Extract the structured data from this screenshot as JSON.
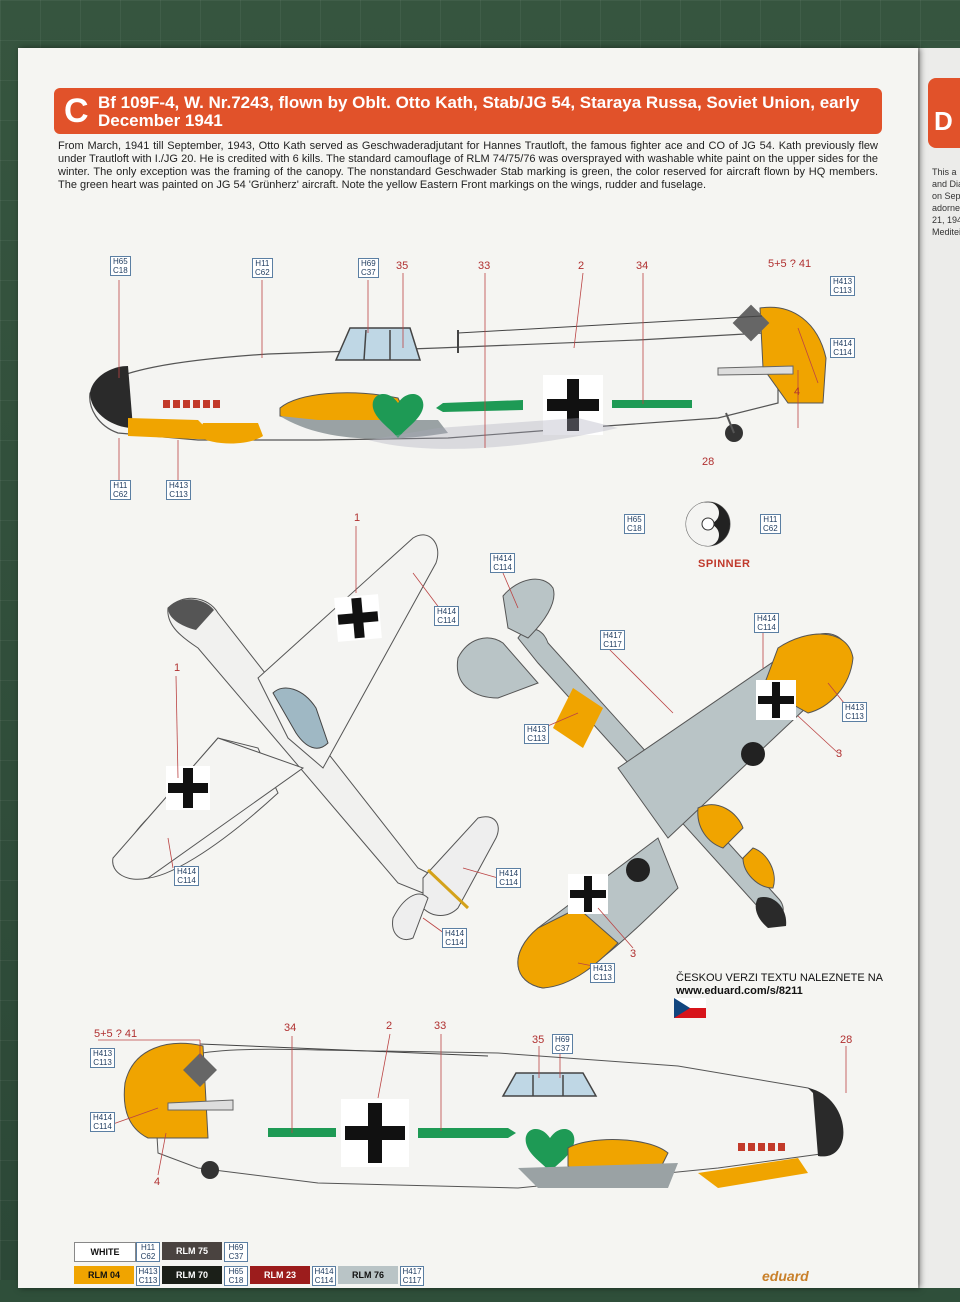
{
  "header": {
    "letter": "C",
    "title": "Bf 109F-4, W. Nr.7243, flown by Oblt. Otto Kath, Stab/JG 54, Staraya Russa, Soviet Union, early December 1941"
  },
  "description": "From March, 1941 till September, 1943, Otto Kath served as Geschwaderadjutant for Hannes Trautloft, the famous fighter ace and CO of JG 54. Kath previously flew under Trautloft with I./JG 20. He is credited with 6 kills. The standard camouflage of RLM 74/75/76 was oversprayed with washable white paint on the upper sides for the winter. The only exception was the framing of the canopy. The nonstandard Geschwader Stab marking is green, the color reserved for aircraft flown by HQ members. The green heart was painted on JG 54 'Grünherz' aircraft. Note the yellow Eastern Front markings on the wings, rudder and fuselage.",
  "next_tab": {
    "letter": "D",
    "snippet": "This a and Dia on Sep adorne 21, 194 Meditei"
  },
  "callouts_top": {
    "c1": {
      "h": "H65",
      "c": "C18"
    },
    "c2": {
      "h": "H11",
      "c": "C62"
    },
    "c3": {
      "h": "H69",
      "c": "C37"
    },
    "n35": "35",
    "n33": "33",
    "n2": "2",
    "n34": "34",
    "tail_code": "5+5 ? 41",
    "c4": {
      "h": "H413",
      "c": "C113"
    },
    "c5": {
      "h": "H414",
      "c": "C114"
    },
    "n4": "4",
    "c6": {
      "h": "H11",
      "c": "C62"
    },
    "c7": {
      "h": "H413",
      "c": "C113"
    }
  },
  "spinner": {
    "number": "28",
    "left": {
      "h": "H65",
      "c": "C18"
    },
    "right": {
      "h": "H11",
      "c": "C62"
    },
    "label": "SPINNER"
  },
  "callouts_mid": {
    "n1a": "1",
    "n1b": "1",
    "w1": {
      "h": "H414",
      "c": "C114"
    },
    "w2": {
      "h": "H414",
      "c": "C114"
    },
    "w3": {
      "h": "H414",
      "c": "C114"
    },
    "w4": {
      "h": "H414",
      "c": "C114"
    },
    "u1": {
      "h": "H414",
      "c": "C114"
    },
    "u2": {
      "h": "H417",
      "c": "C117"
    },
    "u3": {
      "h": "H414",
      "c": "C114"
    },
    "u4": {
      "h": "H413",
      "c": "C113"
    },
    "u5": {
      "h": "H413",
      "c": "C113"
    },
    "u6": {
      "h": "H413",
      "c": "C113"
    },
    "n3a": "3",
    "n3b": "3"
  },
  "czech": {
    "text": "ČESKOU VERZI TEXTU NALEZNETE NA",
    "url": "www.eduard.com/s/8211"
  },
  "callouts_bottom": {
    "tail_code": "5+5 ? 41",
    "c1": {
      "h": "H413",
      "c": "C113"
    },
    "c2": {
      "h": "H414",
      "c": "C114"
    },
    "n34": "34",
    "n2": "2",
    "n33": "33",
    "n35": "35",
    "c3": {
      "h": "H69",
      "c": "C37"
    },
    "n28": "28",
    "n4": "4"
  },
  "legend": [
    {
      "name": "WHITE",
      "h": "H11",
      "c": "C62",
      "bg": "#ffffff",
      "fg": "#111111"
    },
    {
      "name": "RLM 75",
      "h": "H69",
      "c": "C37",
      "bg": "#4a4340",
      "fg": "#ffffff"
    },
    {
      "name": "RLM 04",
      "h": "H413",
      "c": "C113",
      "bg": "#f0a400",
      "fg": "#111111"
    },
    {
      "name": "RLM 70",
      "h": "H65",
      "c": "C18",
      "bg": "#1b1f18",
      "fg": "#ffffff"
    },
    {
      "name": "RLM 23",
      "h": "H414",
      "c": "C114",
      "bg": "#9c1c1c",
      "fg": "#ffffff"
    },
    {
      "name": "RLM 76",
      "h": "H417",
      "c": "C117",
      "bg": "#b9c4c6",
      "fg": "#111111"
    }
  ],
  "brand": "eduard",
  "colors": {
    "header": "#e1522a",
    "yellow": "#f0a400",
    "green": "#1e9a55",
    "callout": "#b03030"
  }
}
